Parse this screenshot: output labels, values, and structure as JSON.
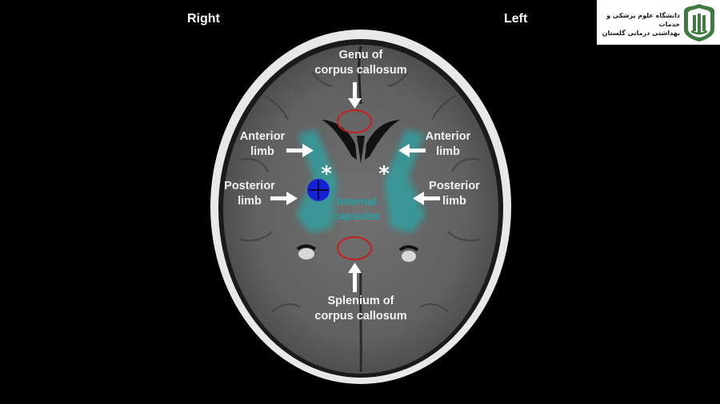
{
  "orientation": {
    "right": "Right",
    "left": "Left"
  },
  "labels": {
    "genu": [
      "Genu of",
      "corpus callosum"
    ],
    "splenium": [
      "Splenium of",
      "corpus callosum"
    ],
    "anterior_right": [
      "Anterior",
      "limb"
    ],
    "anterior_left": [
      "Anterior",
      "limb"
    ],
    "posterior_right": [
      "Posterior",
      "limb"
    ],
    "posterior_left": [
      "Posterior",
      "limb"
    ],
    "internal_capsules": [
      "Internal",
      "capsules"
    ]
  },
  "logo": {
    "line1": "دانشگاه علوم پزشکی و خدمات",
    "line2": "بهداشتی درمانی گلستان"
  },
  "colors": {
    "capsule_overlay": "#2aa5a5",
    "capsule_text": "#1fa3a8",
    "marker_blue": "#1620d8",
    "ellipse_red": "#c81e1e",
    "logo_green": "#3f7a3f"
  }
}
